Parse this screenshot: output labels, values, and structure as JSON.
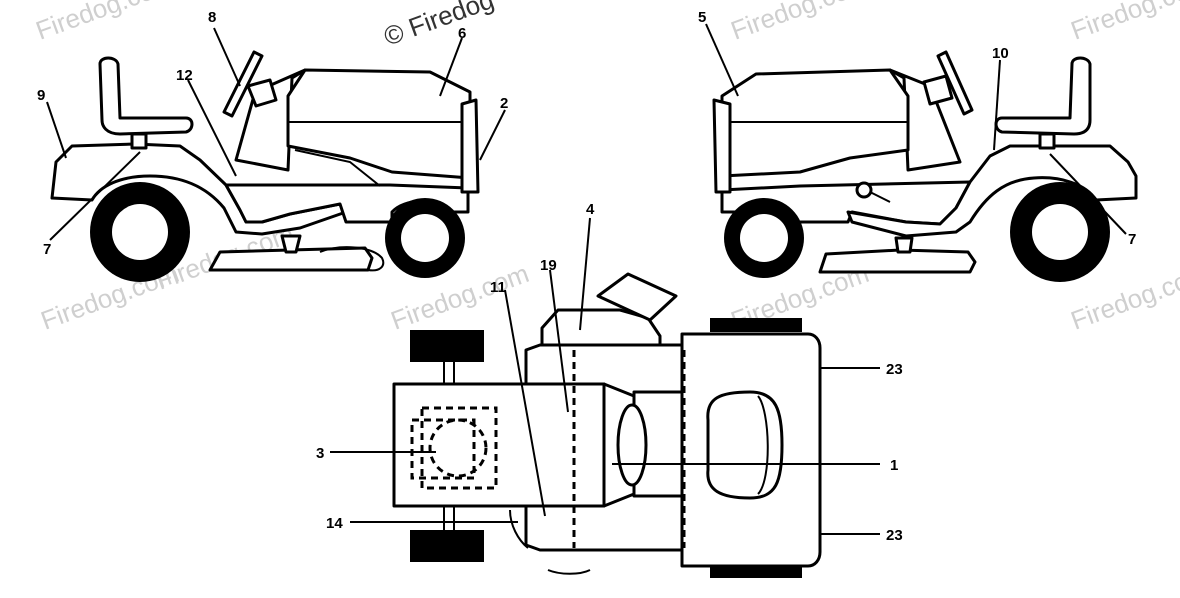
{
  "watermark": {
    "text": "Firedog.com",
    "emphasis_text": "© Firedog"
  },
  "callouts": {
    "c1": "1",
    "c2": "2",
    "c3": "3",
    "c4": "4",
    "c5": "5",
    "c6": "6",
    "c7_left": "7",
    "c7_right": "7",
    "c8": "8",
    "c9": "9",
    "c10": "10",
    "c11": "11",
    "c12": "12",
    "c14": "14",
    "c19": "19",
    "c23_top": "23",
    "c23_bottom": "23"
  },
  "colors": {
    "line": "#000000",
    "watermark": "#cfcfcf",
    "background": "#ffffff"
  }
}
